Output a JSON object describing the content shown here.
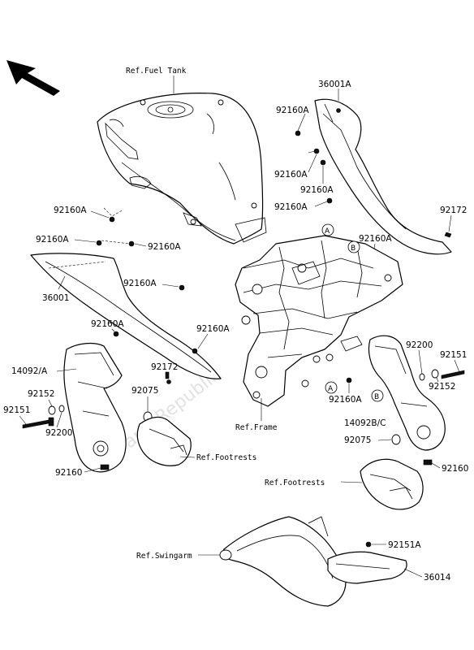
{
  "watermark": "Parts Republik",
  "refs": {
    "fuel_tank": "Ref.Fuel Tank",
    "frame": "Ref.Frame",
    "footrests_left": "Ref.Footrests",
    "footrests_right": "Ref.Footrests",
    "swingarm": "Ref.Swingarm"
  },
  "circle_labels": {
    "a1": "A",
    "b1": "B",
    "a2": "A",
    "b2": "B"
  },
  "parts": {
    "p36001A": "36001A",
    "p92160A_1": "92160A",
    "p92160A_2": "92160A",
    "p92160A_3": "92160A",
    "p92160A_4": "92160A",
    "p92172_top": "92172",
    "p92160A_5": "92160A",
    "p92160A_6": "92160A",
    "p92160A_7": "92160A",
    "p92160A_8": "92160A",
    "p36001": "36001",
    "p92160A_9": "92160A",
    "p92160A_10": "92160A",
    "p92151_r": "92151",
    "p92200_r": "92200",
    "p14092A": "14092/A",
    "p92172_mid": "92172",
    "p92152_r": "92152",
    "p92152_l": "92152",
    "p92075_l": "92075",
    "p92160A_11": "92160A",
    "p92151_l": "92151",
    "p92200_l": "92200",
    "p14092BC": "14092B/C",
    "p92075_r": "92075",
    "p92160_l": "92160",
    "p92160_r": "92160",
    "p92151A": "92151A",
    "p36014": "36014"
  }
}
